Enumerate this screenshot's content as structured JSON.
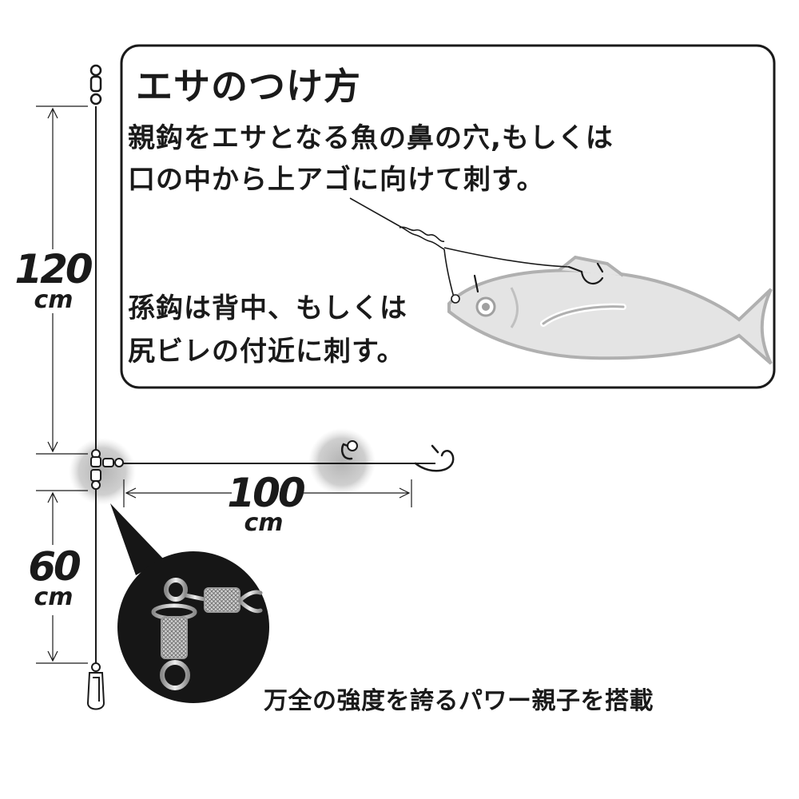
{
  "box": {
    "title": "エサのつけ方",
    "lines_top": [
      "親鈎をエサとなる魚の鼻の穴,もしくは",
      "口の中から上アゴに向けて刺す。"
    ],
    "lines_bottom": [
      "孫鈎は背中、もしくは",
      "尻ビレの付近に刺す。"
    ]
  },
  "dimensions": {
    "upper": {
      "value": "120",
      "unit": "cm"
    },
    "branch": {
      "value": "100",
      "unit": "cm"
    },
    "lower": {
      "value": "60",
      "unit": "cm"
    }
  },
  "caption": "万全の強度を誇るパワー親子を搭載",
  "colors": {
    "line": "#1a1a1a",
    "highlight": "#c8c8c8",
    "fish": "#e4e4e4",
    "zoom_bg": "#161616"
  }
}
